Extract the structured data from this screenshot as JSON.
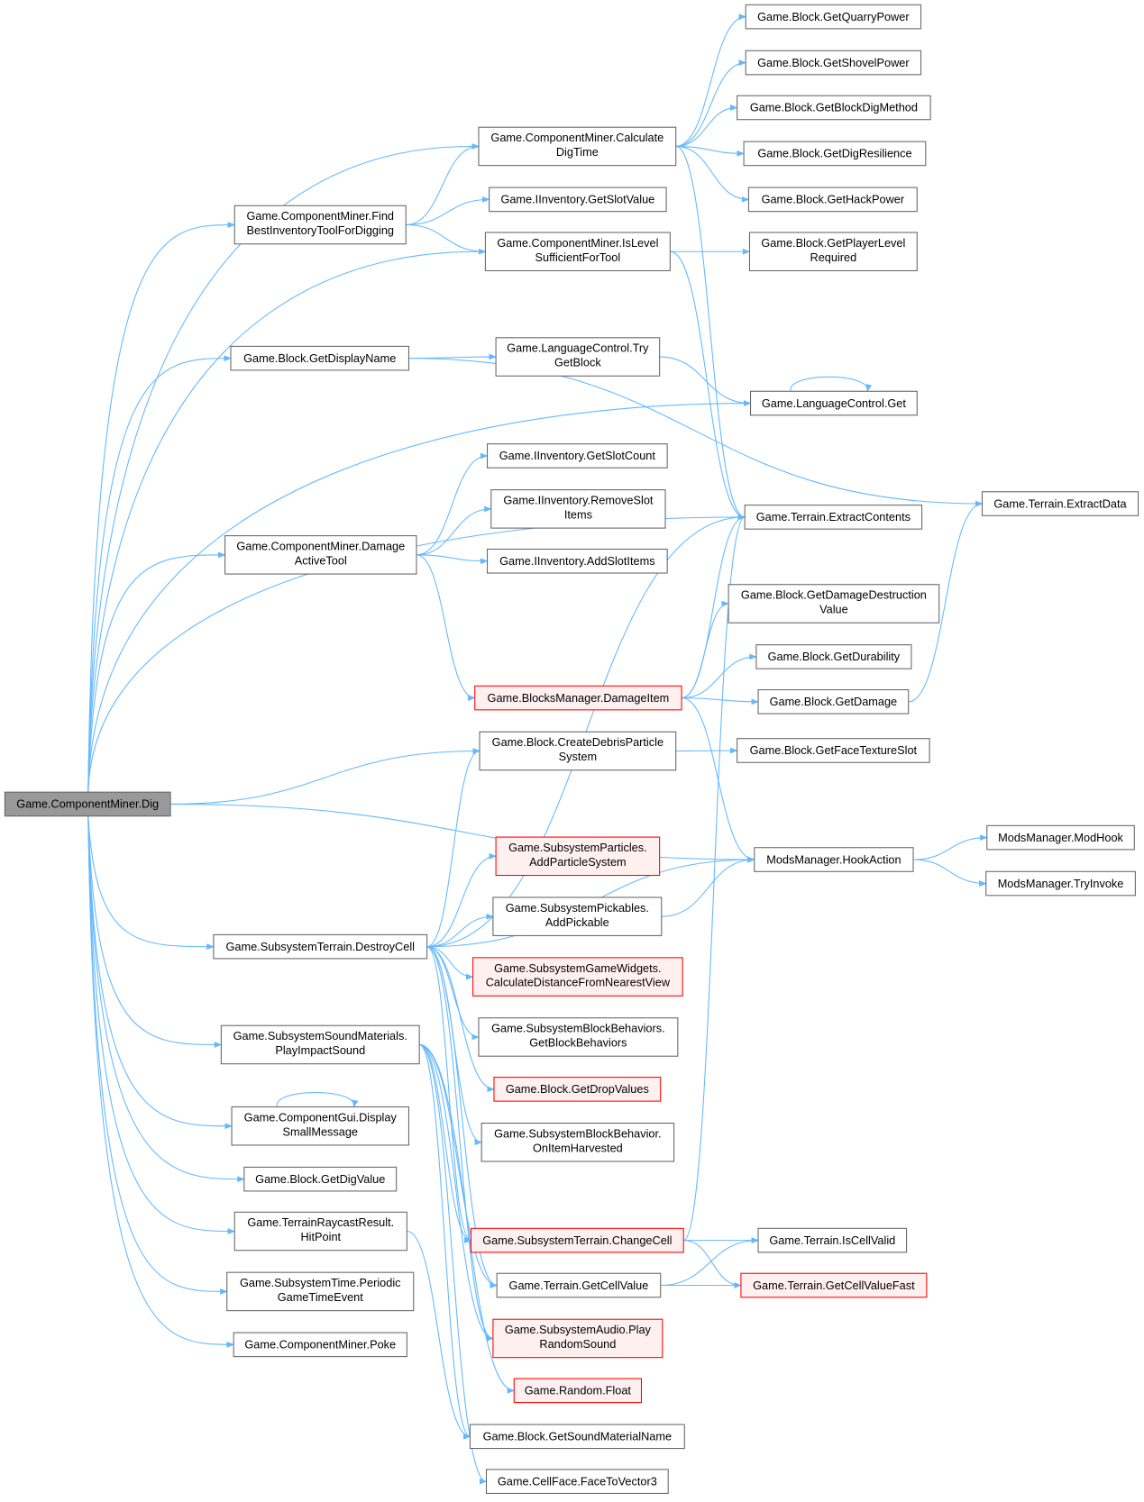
{
  "graph": {
    "title": "Call graph of Game.ComponentMiner.Dig",
    "colors": {
      "edge": "#63b8ff",
      "node_border": "#666666",
      "root_fill": "#999999",
      "red_border": "#ff0000",
      "red_fill": "#fff0f0"
    },
    "nodes": [
      {
        "id": 1,
        "lines": [
          "Game.ComponentMiner.Dig"
        ],
        "style": "root"
      },
      {
        "id": 2,
        "lines": [
          "Game.ComponentMiner.Calculate",
          "DigTime"
        ]
      },
      {
        "id": 3,
        "lines": [
          "Game.Block.GetQuarryPower"
        ]
      },
      {
        "id": 4,
        "lines": [
          "Game.Block.GetShovelPower"
        ]
      },
      {
        "id": 5,
        "lines": [
          "Game.Block.GetBlockDigMethod"
        ]
      },
      {
        "id": 6,
        "lines": [
          "Game.Block.GetDigResilience"
        ]
      },
      {
        "id": 7,
        "lines": [
          "Game.Block.GetHackPower"
        ]
      },
      {
        "id": 8,
        "lines": [
          "Game.ComponentMiner.Find",
          "BestInventoryToolForDigging"
        ]
      },
      {
        "id": 9,
        "lines": [
          "Game.IInventory.GetSlotValue"
        ]
      },
      {
        "id": 10,
        "lines": [
          "Game.ComponentMiner.IsLevel",
          "SufficientForTool"
        ]
      },
      {
        "id": 11,
        "lines": [
          "Game.Block.GetPlayerLevel",
          "Required"
        ]
      },
      {
        "id": 12,
        "lines": [
          "Game.Block.GetDisplayName"
        ]
      },
      {
        "id": 13,
        "lines": [
          "Game.LanguageControl.Try",
          "GetBlock"
        ]
      },
      {
        "id": 14,
        "lines": [
          "Game.LanguageControl.Get"
        ]
      },
      {
        "id": 15,
        "lines": [
          "Game.Terrain.ExtractData"
        ]
      },
      {
        "id": 16,
        "lines": [
          "Game.IInventory.GetSlotCount"
        ]
      },
      {
        "id": 17,
        "lines": [
          "Game.IInventory.RemoveSlot",
          "Items"
        ]
      },
      {
        "id": 18,
        "lines": [
          "Game.Terrain.ExtractContents"
        ]
      },
      {
        "id": 19,
        "lines": [
          "Game.ComponentMiner.Damage",
          "ActiveTool"
        ]
      },
      {
        "id": 20,
        "lines": [
          "Game.IInventory.AddSlotItems"
        ]
      },
      {
        "id": 21,
        "lines": [
          "Game.Block.GetDamageDestruction",
          "Value"
        ]
      },
      {
        "id": 22,
        "lines": [
          "Game.Block.GetDurability"
        ]
      },
      {
        "id": 23,
        "lines": [
          "Game.BlocksManager.DamageItem"
        ],
        "style": "red"
      },
      {
        "id": 24,
        "lines": [
          "Game.Block.GetDamage"
        ]
      },
      {
        "id": 25,
        "lines": [
          "Game.Block.CreateDebrisParticle",
          "System"
        ]
      },
      {
        "id": 26,
        "lines": [
          "Game.Block.GetFaceTextureSlot"
        ]
      },
      {
        "id": 27,
        "lines": [
          "Game.SubsystemParticles.",
          "AddParticleSystem"
        ],
        "style": "red"
      },
      {
        "id": 28,
        "lines": [
          "ModsManager.HookAction"
        ]
      },
      {
        "id": 29,
        "lines": [
          "ModsManager.ModHook"
        ]
      },
      {
        "id": 30,
        "lines": [
          "ModsManager.TryInvoke"
        ]
      },
      {
        "id": 31,
        "lines": [
          "Game.SubsystemPickables.",
          "AddPickable"
        ]
      },
      {
        "id": 32,
        "lines": [
          "Game.SubsystemTerrain.DestroyCell"
        ]
      },
      {
        "id": 33,
        "lines": [
          "Game.SubsystemGameWidgets.",
          "CalculateDistanceFromNearestView"
        ],
        "style": "red"
      },
      {
        "id": 34,
        "lines": [
          "Game.SubsystemBlockBehaviors.",
          "GetBlockBehaviors"
        ]
      },
      {
        "id": 35,
        "lines": [
          "Game.SubsystemSoundMaterials.",
          "PlayImpactSound"
        ]
      },
      {
        "id": 36,
        "lines": [
          "Game.Block.GetDropValues"
        ],
        "style": "red"
      },
      {
        "id": 37,
        "lines": [
          "Game.ComponentGui.Display",
          "SmallMessage"
        ]
      },
      {
        "id": 38,
        "lines": [
          "Game.SubsystemBlockBehavior.",
          "OnItemHarvested"
        ]
      },
      {
        "id": 39,
        "lines": [
          "Game.Block.GetDigValue"
        ]
      },
      {
        "id": 40,
        "lines": [
          "Game.TerrainRaycastResult.",
          "HitPoint"
        ]
      },
      {
        "id": 41,
        "lines": [
          "Game.SubsystemTerrain.ChangeCell"
        ],
        "style": "red"
      },
      {
        "id": 42,
        "lines": [
          "Game.Terrain.IsCellValid"
        ]
      },
      {
        "id": 43,
        "lines": [
          "Game.Terrain.GetCellValue"
        ]
      },
      {
        "id": 44,
        "lines": [
          "Game.Terrain.GetCellValueFast"
        ],
        "style": "red"
      },
      {
        "id": 45,
        "lines": [
          "Game.SubsystemTime.Periodic",
          "GameTimeEvent"
        ]
      },
      {
        "id": 46,
        "lines": [
          "Game.SubsystemAudio.Play",
          "RandomSound"
        ],
        "style": "red"
      },
      {
        "id": 47,
        "lines": [
          "Game.ComponentMiner.Poke"
        ]
      },
      {
        "id": 48,
        "lines": [
          "Game.Random.Float"
        ],
        "style": "red"
      },
      {
        "id": 49,
        "lines": [
          "Game.Block.GetSoundMaterialName"
        ]
      },
      {
        "id": 50,
        "lines": [
          "Game.CellFace.FaceToVector3"
        ]
      }
    ],
    "edges": [
      [
        1,
        2
      ],
      [
        1,
        8
      ],
      [
        1,
        10
      ],
      [
        1,
        12
      ],
      [
        1,
        18
      ],
      [
        1,
        19
      ],
      [
        1,
        14
      ],
      [
        1,
        25
      ],
      [
        1,
        28
      ],
      [
        1,
        32
      ],
      [
        1,
        35
      ],
      [
        1,
        37
      ],
      [
        1,
        39
      ],
      [
        1,
        40
      ],
      [
        1,
        45
      ],
      [
        1,
        47
      ],
      [
        2,
        3
      ],
      [
        2,
        4
      ],
      [
        2,
        5
      ],
      [
        2,
        6
      ],
      [
        2,
        7
      ],
      [
        2,
        18
      ],
      [
        8,
        2
      ],
      [
        8,
        9
      ],
      [
        8,
        10
      ],
      [
        10,
        11
      ],
      [
        10,
        18
      ],
      [
        12,
        13
      ],
      [
        12,
        15
      ],
      [
        13,
        14
      ],
      [
        14,
        14
      ],
      [
        19,
        16
      ],
      [
        19,
        17
      ],
      [
        19,
        20
      ],
      [
        19,
        23
      ],
      [
        23,
        18
      ],
      [
        23,
        21
      ],
      [
        23,
        22
      ],
      [
        23,
        24
      ],
      [
        23,
        28
      ],
      [
        24,
        15
      ],
      [
        25,
        26
      ],
      [
        28,
        29
      ],
      [
        28,
        30
      ],
      [
        31,
        28
      ],
      [
        32,
        18
      ],
      [
        32,
        25
      ],
      [
        32,
        27
      ],
      [
        32,
        31
      ],
      [
        32,
        33
      ],
      [
        32,
        34
      ],
      [
        32,
        36
      ],
      [
        32,
        38
      ],
      [
        32,
        41
      ],
      [
        32,
        43
      ],
      [
        32,
        46
      ],
      [
        32,
        28
      ],
      [
        35,
        43
      ],
      [
        35,
        46
      ],
      [
        35,
        48
      ],
      [
        35,
        49
      ],
      [
        35,
        50
      ],
      [
        35,
        41
      ],
      [
        37,
        37
      ],
      [
        40,
        49
      ],
      [
        41,
        42
      ],
      [
        41,
        44
      ],
      [
        41,
        18
      ],
      [
        43,
        42
      ],
      [
        43,
        44
      ]
    ]
  }
}
